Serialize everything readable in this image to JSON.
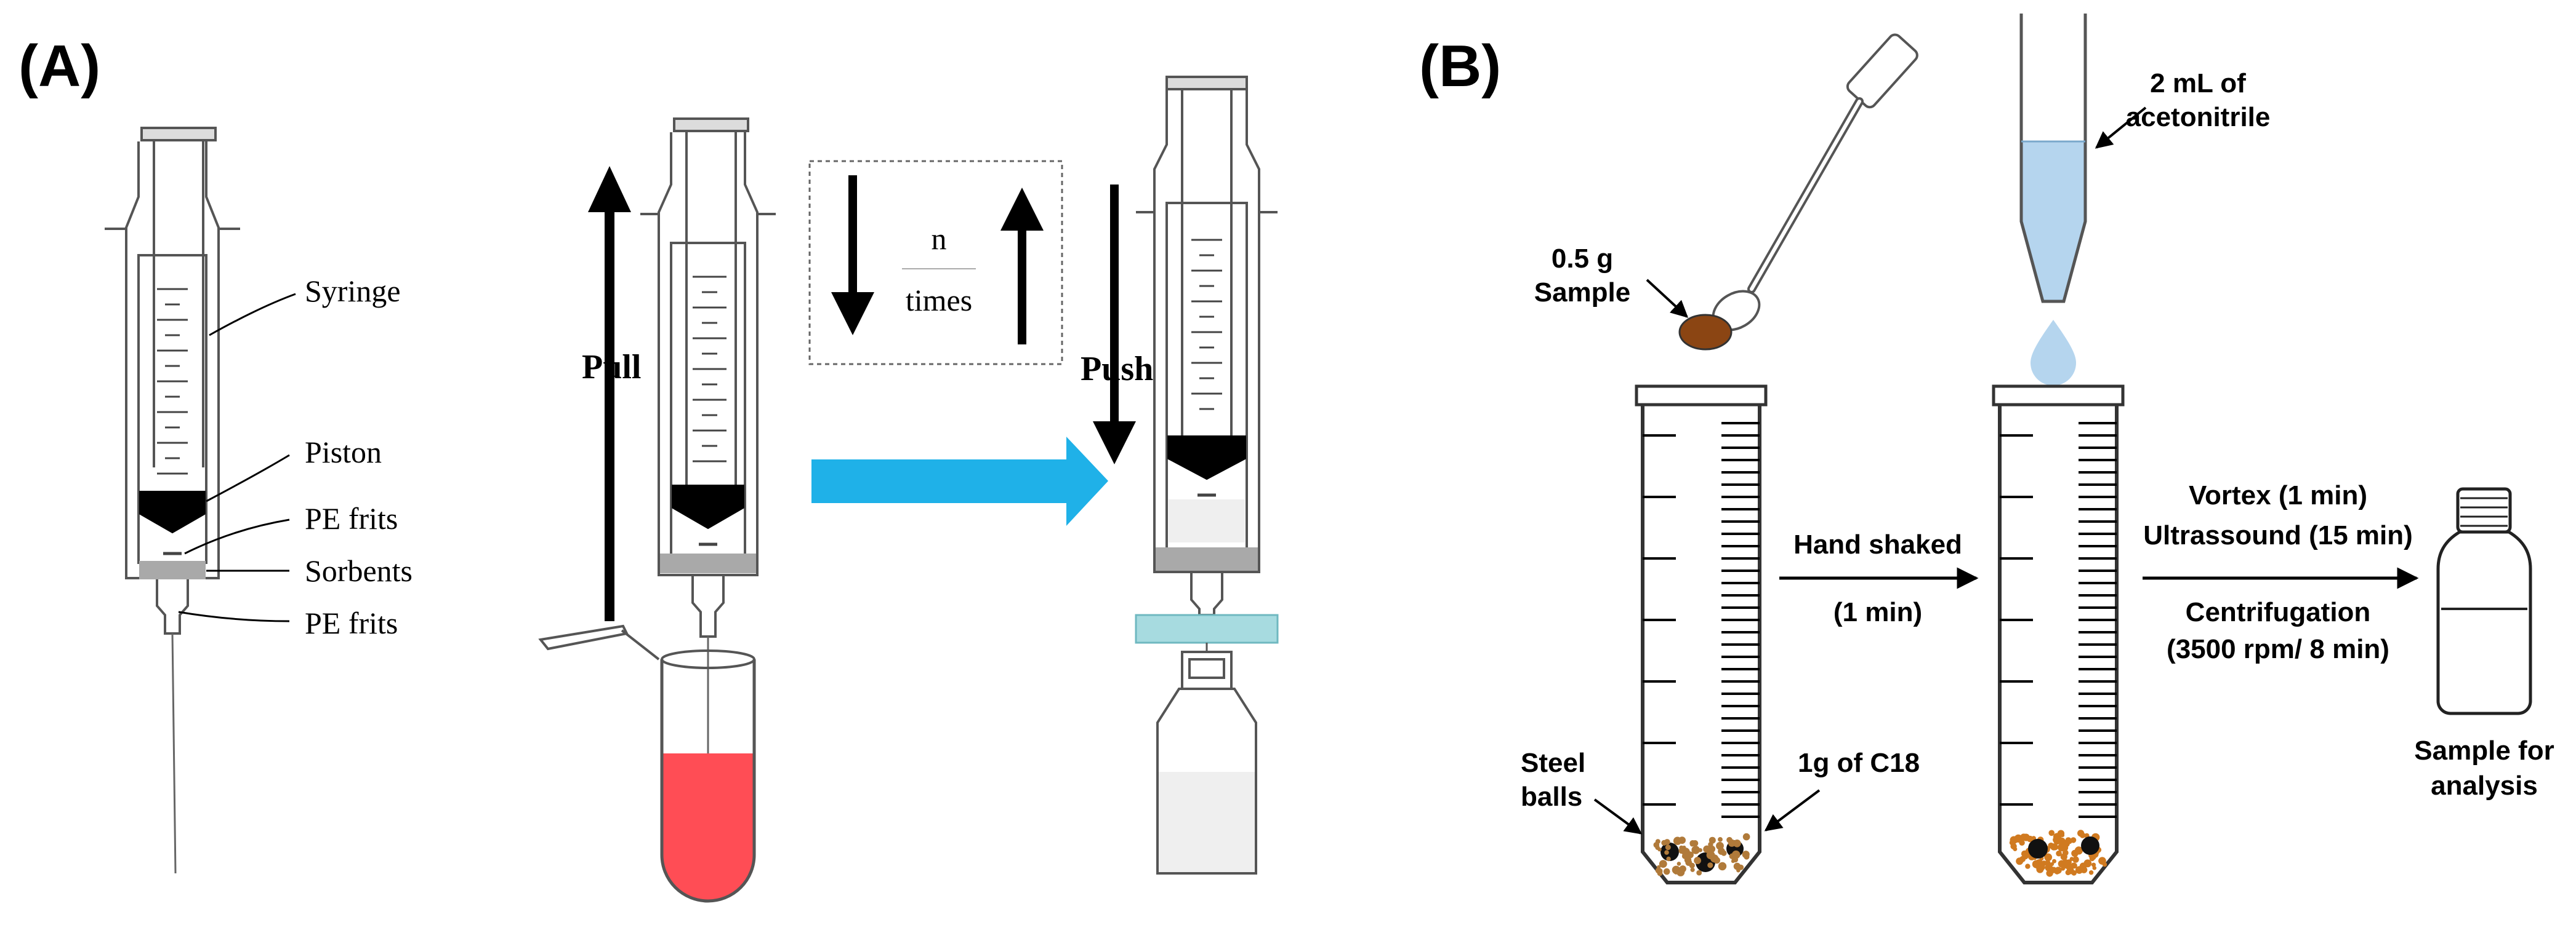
{
  "panel_a": {
    "label": "(A)",
    "syringe_label": "Syringe",
    "piston_label": "Piston",
    "pe_frits_top_label": "PE frits",
    "sorbents_label": "Sorbents",
    "pe_frits_bottom_label": "PE frits",
    "pull_label": "Pull",
    "n_label": "n",
    "times_label": "times",
    "push_label": "Push",
    "colors": {
      "sample": "#ff4d55",
      "arrow": "#1fb1e8",
      "filter": "#a7dbe0",
      "sorbent": "#a9a9a9",
      "liquid": "#efefef"
    }
  },
  "panel_b": {
    "label": "(B)",
    "acetonitrile_line1": "2 mL of",
    "acetonitrile_line2": "acetonitrile",
    "sample_mass_line1": "0.5 g",
    "sample_mass_line2": "Sample",
    "hand_shaked": "Hand shaked",
    "hand_shaked_time": "(1 min)",
    "vortex": "Vortex (1 min)",
    "ultrasound": "Ultrassound (15 min)",
    "centrifugation": "Centrifugation",
    "centrifugation_params": "(3500 rpm/ 8 min)",
    "steel_balls_line1": "Steel",
    "steel_balls_line2": "balls",
    "c18": "1g of C18",
    "sample_for_line1": "Sample for",
    "sample_for_line2": "analysis",
    "colors": {
      "sample": "#8b4513",
      "acetonitrile": "#b5d5ee",
      "particles": "#b07a3a"
    }
  }
}
